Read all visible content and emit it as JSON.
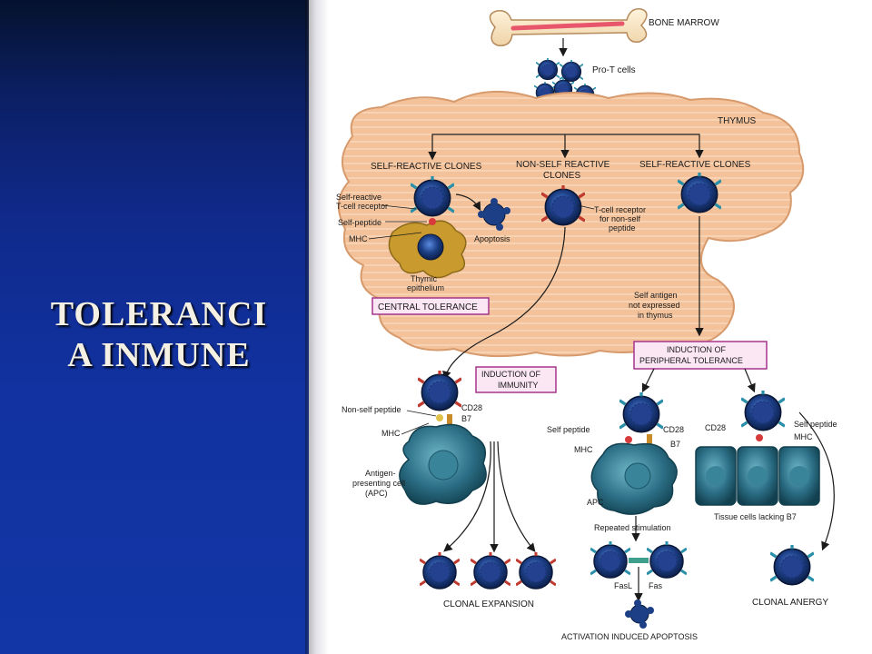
{
  "slide": {
    "title_line1": "TOLERANCI",
    "title_line2": "A INMUNE"
  },
  "colors": {
    "panel": "#1132a0",
    "title": "#f4f1e4",
    "thymus": "#f3c29a",
    "cell": "#1c3f86",
    "apc": "#2c6f86",
    "label_border": "#a5358e"
  },
  "labels": {
    "bone_marrow": "BONE MARROW",
    "pro_t": "Pro-T cells",
    "thymus": "THYMUS",
    "self_reactive_1": "SELF-REACTIVE CLONES",
    "non_self_1": "NON-SELF REACTIVE",
    "non_self_2": "CLONES",
    "self_reactive_2": "SELF-REACTIVE CLONES",
    "srtcr_1": "Self-reactive",
    "srtcr_2": "T-cell receptor",
    "self_peptide": "Self-peptide",
    "mhc": "MHC",
    "apoptosis": "Apoptosis",
    "tcr_ns_1": "T-cell receptor",
    "tcr_ns_2": "for non-self",
    "tcr_ns_3": "peptide",
    "thymic_1": "Thymic",
    "thymic_2": "epithelium",
    "central_tolerance": "CENTRAL TOLERANCE",
    "self_antigen_1": "Self antigen",
    "self_antigen_2": "not expressed",
    "self_antigen_3": "in thymus",
    "induction_periph_1": "INDUCTION OF",
    "induction_periph_2": "PERIPHERAL TOLERANCE",
    "induction_imm_1": "INDUCTION OF",
    "induction_imm_2": "IMMUNITY",
    "non_self_peptide": "Non-self peptide",
    "cd28": "CD28",
    "b7": "B7",
    "apc_1": "Antigen-",
    "apc_2": "presenting cell",
    "apc_3": "(APC)",
    "self_peptide_lc": "Self peptide",
    "apc": "APC",
    "repeated": "Repeated stimulation",
    "tissue": "Tissue cells lacking B7",
    "fasl": "FasL",
    "fas": "Fas",
    "clonal_expansion": "CLONAL EXPANSION",
    "clonal_anergy": "CLONAL ANERGY",
    "aicd": "ACTIVATION INDUCED APOPTOSIS"
  }
}
